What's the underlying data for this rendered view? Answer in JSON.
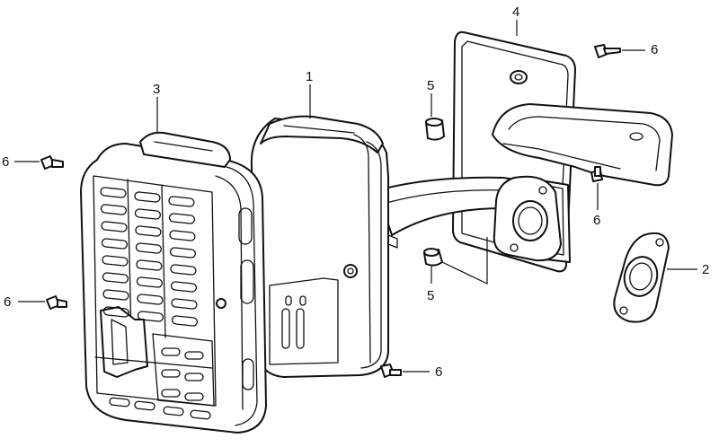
{
  "callouts": {
    "part1": "1",
    "part2": "2",
    "part3": "3",
    "part4": "4",
    "part5_upper": "5",
    "part5_lower": "5",
    "part6_top_right": "6",
    "part6_left_upper": "6",
    "part6_right_mid": "6",
    "part6_left_lower": "6",
    "part6_bottom": "6"
  }
}
